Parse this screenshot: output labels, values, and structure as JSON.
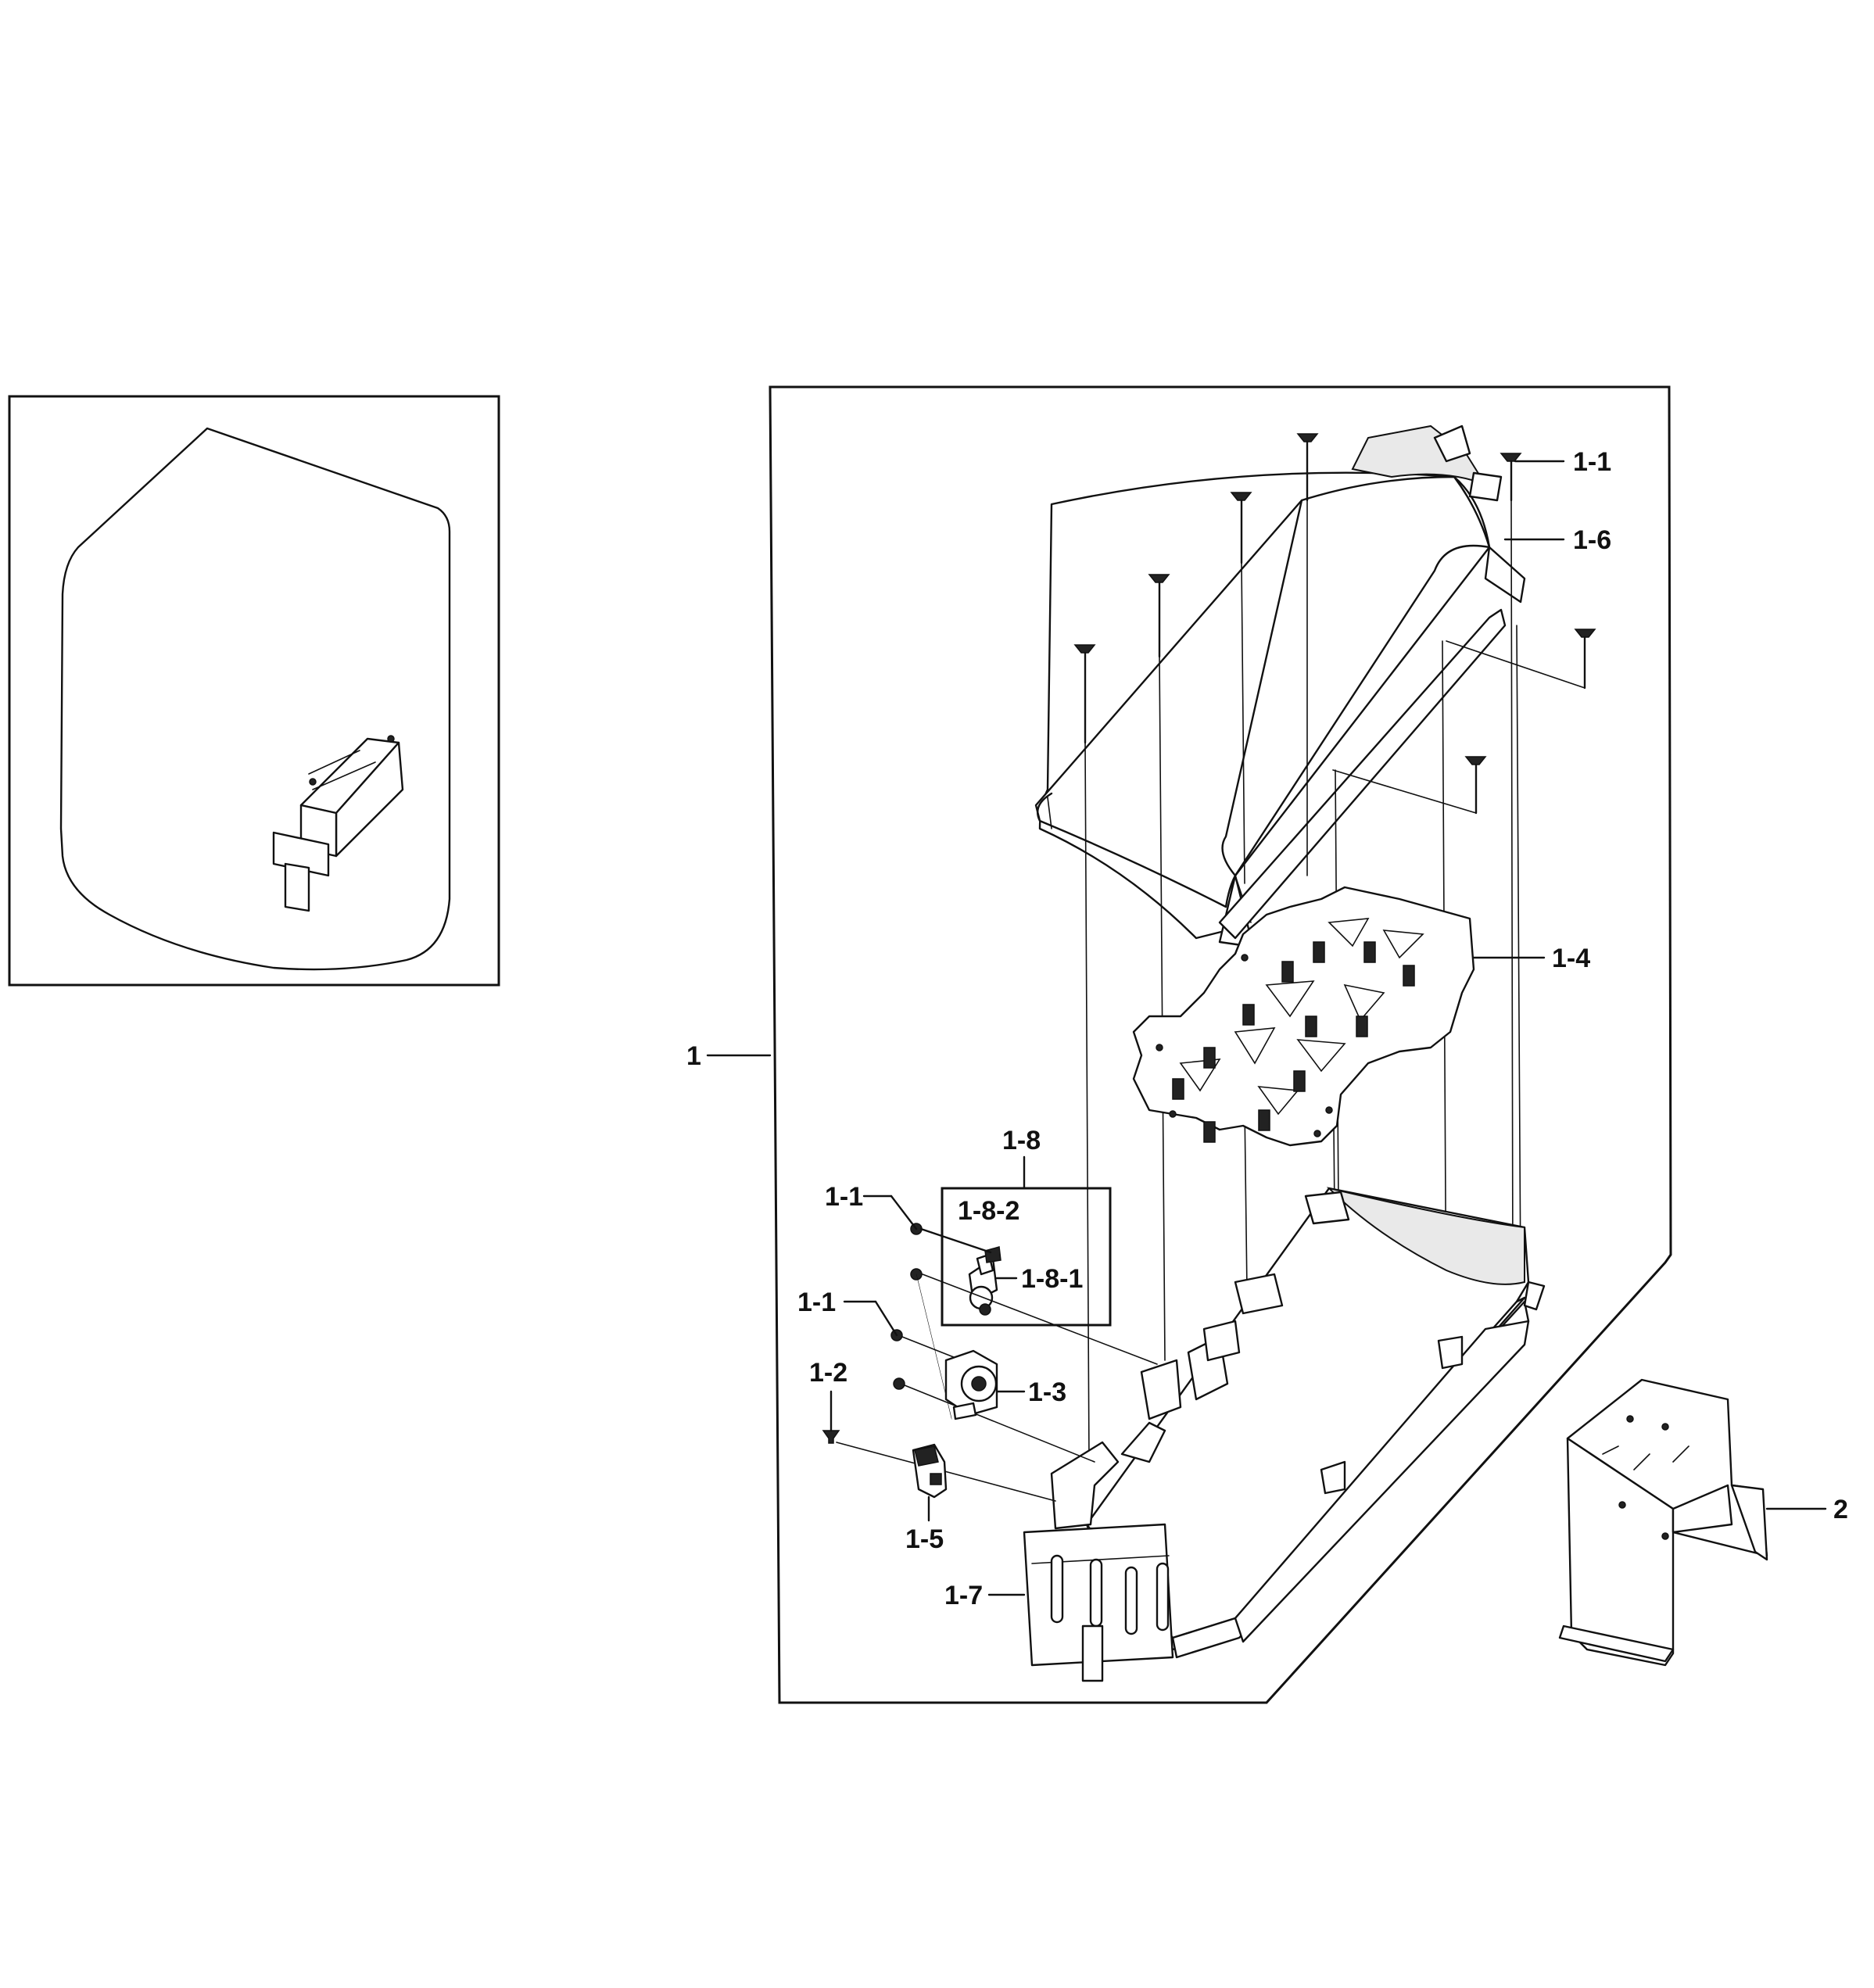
{
  "labels": {
    "l1": "1",
    "l1_1_top": "1-1",
    "l1_6": "1-6",
    "l1_4": "1-4",
    "l1_8": "1-8",
    "l1_8_2": "1-8-2",
    "l1_8_1": "1-8-1",
    "l1_1_mid": "1-1",
    "l1_1_low": "1-1",
    "l1_3": "1-3",
    "l1_2": "1-2",
    "l1_5": "1-5",
    "l1_7": "1-7",
    "l2": "2"
  }
}
